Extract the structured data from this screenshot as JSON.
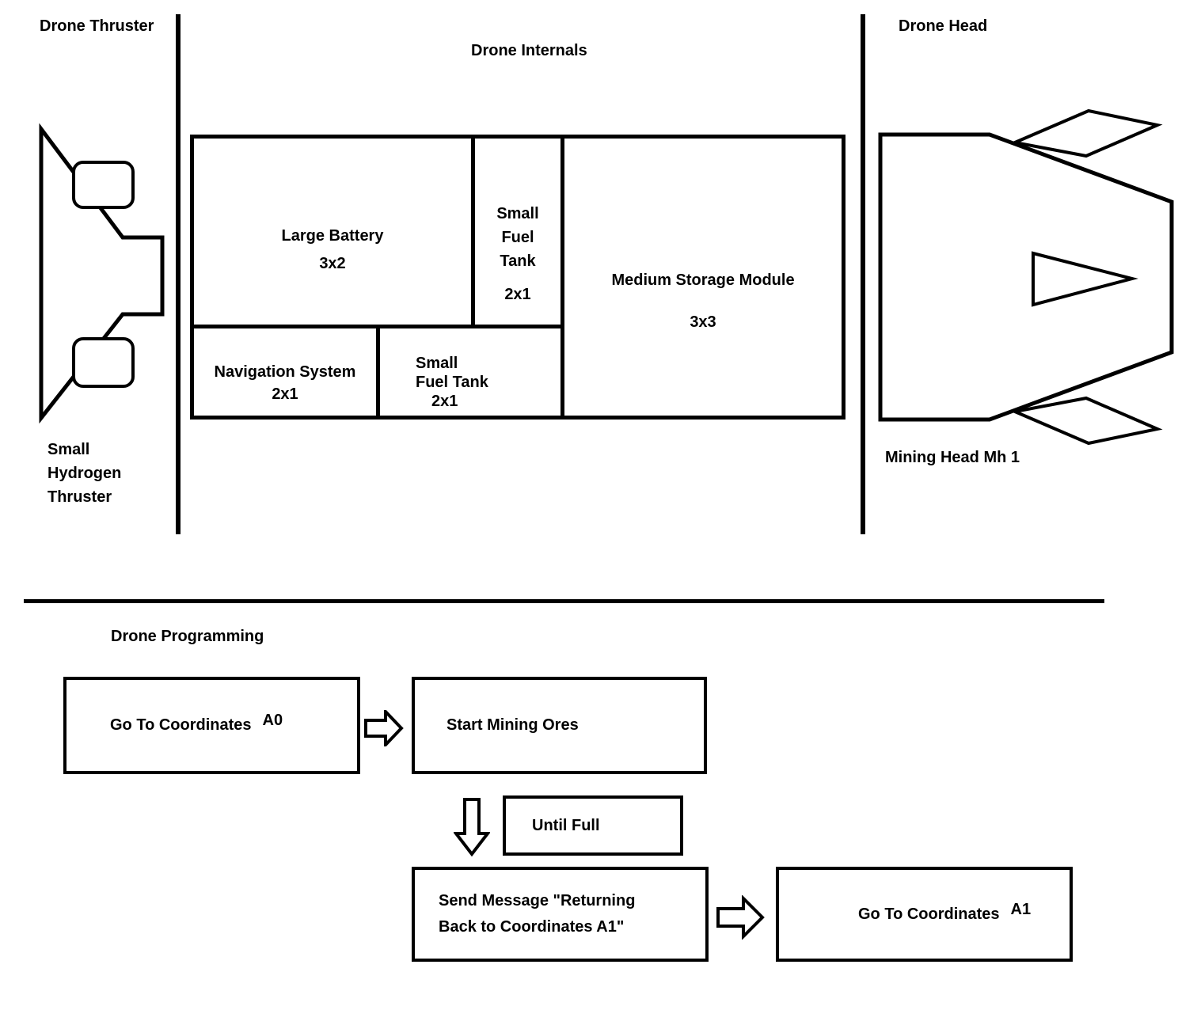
{
  "colors": {
    "ink": "#000000",
    "background": "#ffffff"
  },
  "thruster_section": {
    "title": "Drone Thruster",
    "caption_line1": "Small",
    "caption_line2": "Hydrogen",
    "caption_line3": "Thruster"
  },
  "internals_section": {
    "title": "Drone Internals",
    "large_battery": {
      "name": "Large Battery",
      "size": "3x2"
    },
    "fuel_tank_top": {
      "name": "Small Fuel Tank",
      "size": "2x1"
    },
    "storage": {
      "name": "Medium Storage Module",
      "size": "3x3"
    },
    "navigation": {
      "name": "Navigation System",
      "size": "2x1"
    },
    "fuel_tank_bottom": {
      "name_line1": "Small",
      "name_line2": "Fuel Tank",
      "size": "2x1"
    }
  },
  "head_section": {
    "title": "Drone Head",
    "caption": "Mining Head Mh 1"
  },
  "programming_section": {
    "title": "Drone Programming",
    "go_to_a0": {
      "label": "Go To Coordinates",
      "arg": "A0"
    },
    "start_mining": {
      "label": "Start Mining Ores"
    },
    "until_full": {
      "label": "Until Full"
    },
    "send_message": {
      "line1": "Send Message \"Returning",
      "line2": "Back to Coordinates A1\""
    },
    "go_to_a1": {
      "label": "Go To Coordinates",
      "arg": "A1"
    }
  }
}
